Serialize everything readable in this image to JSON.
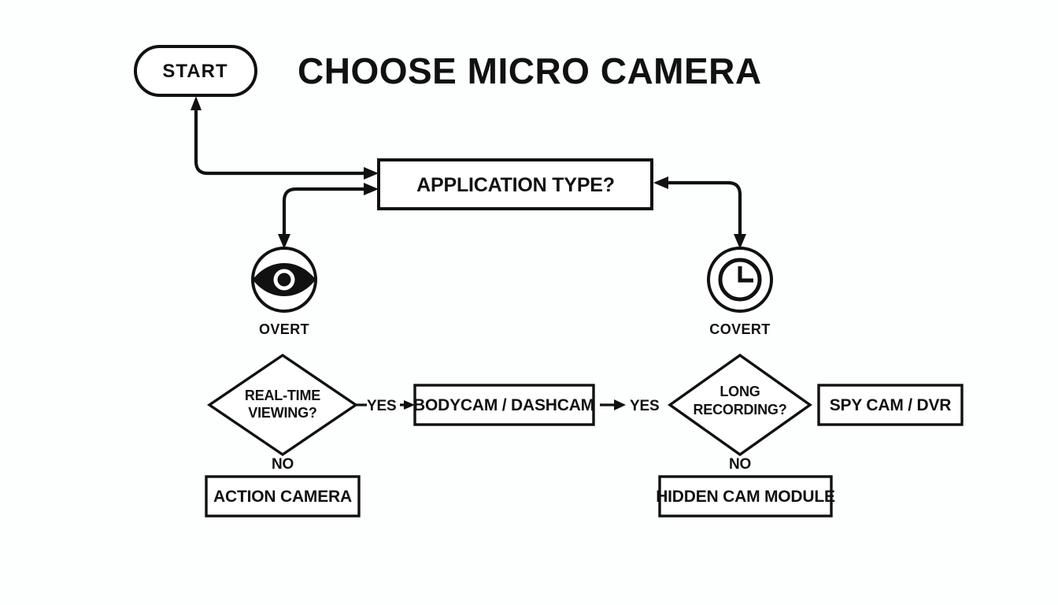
{
  "page": {
    "title": "CHOOSE MICRO CAMERA",
    "background_color": "#fdfefe",
    "ink_color": "#111111"
  },
  "nodes": {
    "start": {
      "label": "START",
      "shape": "pill"
    },
    "decision_application": {
      "label": "APPLICATION TYPE?",
      "shape": "rectangle"
    },
    "branch_overt": {
      "label": "OVERT",
      "icon": "eye-icon",
      "shape": "circle"
    },
    "branch_covert": {
      "label": "COVERT",
      "icon": "clock-icon",
      "shape": "circle"
    },
    "decision_realtime": {
      "label_line1": "REAL-TIME",
      "label_line2": "VIEWING?",
      "shape": "diamond"
    },
    "decision_longrec": {
      "label_line1": "LONG",
      "label_line2": "RECORDING?",
      "shape": "diamond"
    },
    "result_bodycam": {
      "label": "BODYCAM / DASHCAM",
      "shape": "rectangle"
    },
    "result_action": {
      "label": "ACTION CAMERA",
      "shape": "rectangle"
    },
    "result_spycam": {
      "label": "SPY CAM / DVR",
      "shape": "rectangle"
    },
    "result_hidden": {
      "label": "HIDDEN CAM MODULE",
      "shape": "rectangle"
    }
  },
  "edge_labels": {
    "realtime_yes": "YES",
    "realtime_no": "NO",
    "bodycam_yes": "YES",
    "longrec_no": "NO"
  }
}
